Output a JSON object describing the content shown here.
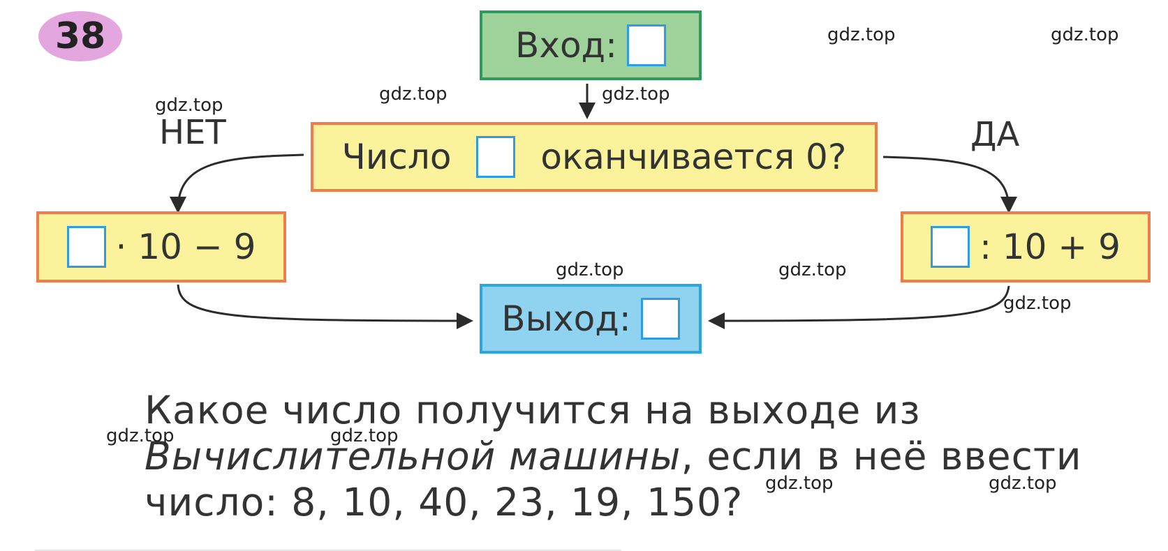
{
  "problem_number": "38",
  "flowchart": {
    "input_label": "Вход:",
    "condition_prefix": "Число",
    "condition_suffix": "оканчивается 0?",
    "branch_no": "НЕТ",
    "branch_yes": "ДА",
    "op_no": "· 10 − 9",
    "op_yes": ": 10 + 9",
    "output_label": "Выход:"
  },
  "question": {
    "part1": "Какое число получится на выходе из ",
    "italic": "Вычислительной машины",
    "part2": ", если в неё ввести число: 8, 10, 40, 23, 19, 150?"
  },
  "watermark": "gdz.top",
  "colors": {
    "badge": "#e3a6df",
    "input_box": "#9fd19a",
    "condition_box": "#fbf39b",
    "output_box": "#8fd3f0",
    "blank_border": "#2f9be0"
  }
}
